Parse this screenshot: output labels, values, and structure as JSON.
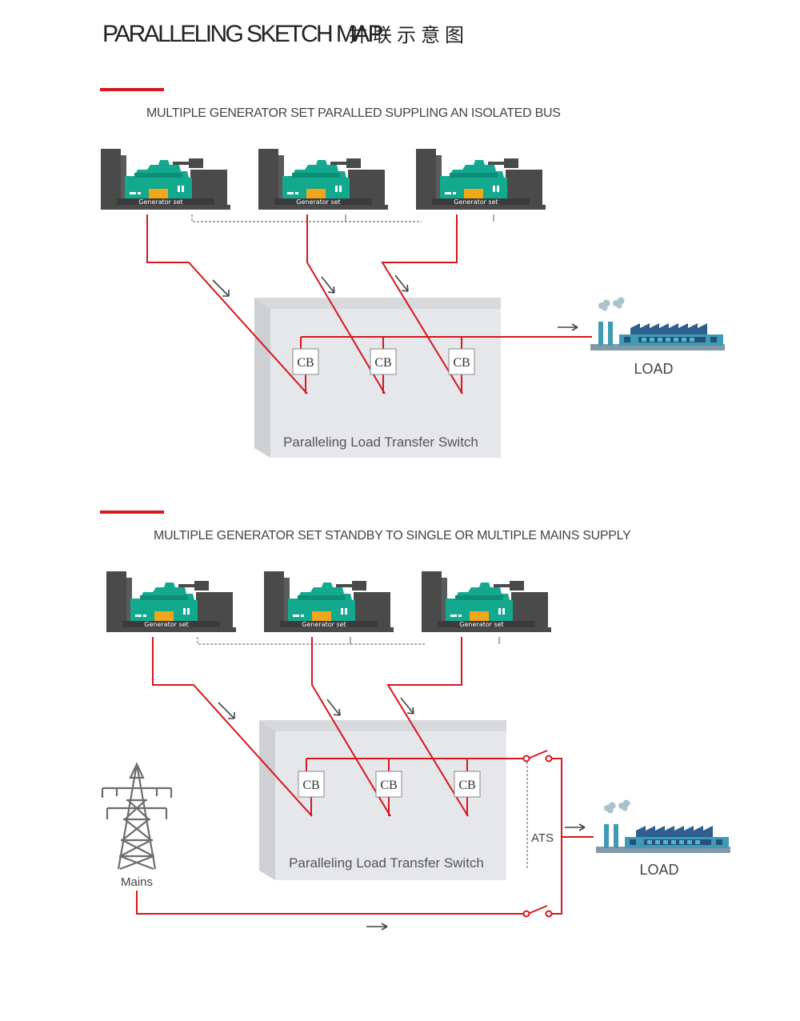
{
  "title": {
    "english": "PARALLELING SKETCH MAP",
    "chinese": "并联示意图"
  },
  "section1": {
    "title": "MULTIPLE GENERATOR SET PARALLED SUPPLING AN ISOLATED BUS",
    "generator_label": "Generator set",
    "cb_label": "CB",
    "switch_label": "Paralleling  Load Transfer Switch",
    "load_label": "LOAD"
  },
  "section2": {
    "title": "MULTIPLE GENERATOR SET STANDBY TO SINGLE OR MULTIPLE MAINS SUPPLY",
    "generator_label": "Generator set",
    "cb_label": "CB",
    "switch_label": "Paralleling  Load Transfer Switch",
    "load_label": "LOAD",
    "ats_label": "ATS",
    "mains_label": "Mains"
  },
  "colors": {
    "accent_red": "#d7161d",
    "generator_dark": "#4a4a4a",
    "generator_green": "#12a98e",
    "generator_orange": "#f2a71b",
    "factory_blue": "#3e9bb3",
    "factory_roof": "#2f5f8f",
    "switch_panel": "#e6e7ea",
    "tower_gray": "#6d6d6d"
  },
  "icons": [
    "generator-set-icon",
    "factory-icon",
    "power-tower-icon",
    "smoke-icon",
    "arrow-icon"
  ]
}
